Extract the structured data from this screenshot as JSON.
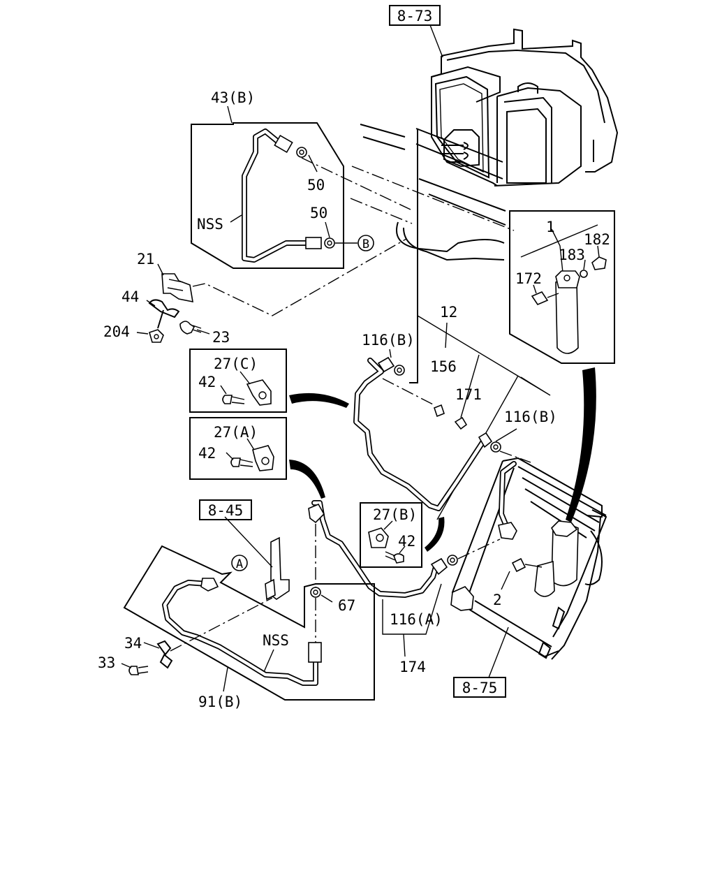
{
  "refs": {
    "evaporator": "8-73",
    "bracket": "8-45",
    "condenser": "8-75"
  },
  "callouts": {
    "c43b": "43(B)",
    "c50a": "50",
    "c50b": "50",
    "nss_top": "NSS",
    "c21": "21",
    "c44": "44",
    "c204": "204",
    "c23": "23",
    "c12": "12",
    "c116b_top": "116(B)",
    "c156": "156",
    "c171": "171",
    "c116b_right": "116(B)",
    "c27c": "27(C)",
    "c42_c": "42",
    "c27a": "27(A)",
    "c42_a": "42",
    "c27b": "27(B)",
    "c42_b": "42",
    "c1": "1",
    "c182": "182",
    "c183": "183",
    "c172": "172",
    "c2": "2",
    "c67": "67",
    "c116a": "116(A)",
    "c174": "174",
    "c34": "34",
    "c33": "33",
    "nss_bottom": "NSS",
    "c91b": "91(B)"
  },
  "markers": {
    "a": "A",
    "b": "B"
  }
}
